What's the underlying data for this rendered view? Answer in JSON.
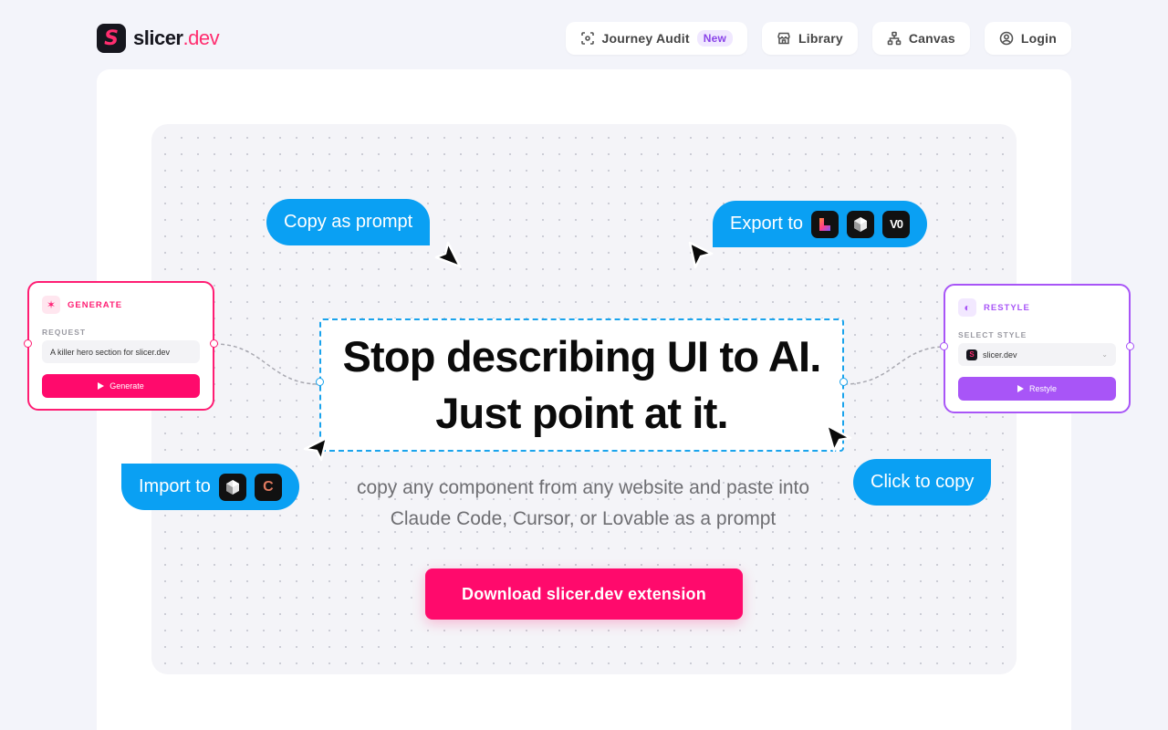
{
  "brand": {
    "name": "slicer",
    "tld": ".dev",
    "mark": "S"
  },
  "nav": {
    "journey_audit": {
      "label": "Journey Audit",
      "badge": "New",
      "icon": "scan-icon"
    },
    "library": {
      "label": "Library",
      "icon": "store-icon"
    },
    "canvas": {
      "label": "Canvas",
      "icon": "sitemap-icon"
    },
    "login": {
      "label": "Login",
      "icon": "user-circle-icon"
    }
  },
  "hero": {
    "headline_line1": "Stop describing UI to AI.",
    "headline_line2": "Just point at it.",
    "subtitle_line1": "copy any component from any website and paste into",
    "subtitle_line2": "Claude Code, Cursor, or Lovable as a prompt",
    "cta_label": "Download slicer.dev extension"
  },
  "bubbles": {
    "copy_as_prompt": "Copy as prompt",
    "export_to": "Export to",
    "import_to": "Import to",
    "click_to_copy": "Click to copy"
  },
  "export_apps": [
    "lovable-icon",
    "cursor-icon",
    "v0-icon"
  ],
  "import_apps": [
    "cursor-icon",
    "claude-code-icon"
  ],
  "generate_node": {
    "title": "GENERATE",
    "field_label": "REQUEST",
    "field_value": "A killer hero section for slicer.dev",
    "button_label": "Generate"
  },
  "restyle_node": {
    "title": "RESTYLE",
    "field_label": "SELECT STYLE",
    "field_value": "slicer.dev",
    "button_label": "Restyle"
  },
  "colors": {
    "brand_pink": "#ff0a6c",
    "bubble_blue": "#0aa0f3",
    "restyle_purple": "#a855f7",
    "selection_blue": "#1aa3ec"
  }
}
